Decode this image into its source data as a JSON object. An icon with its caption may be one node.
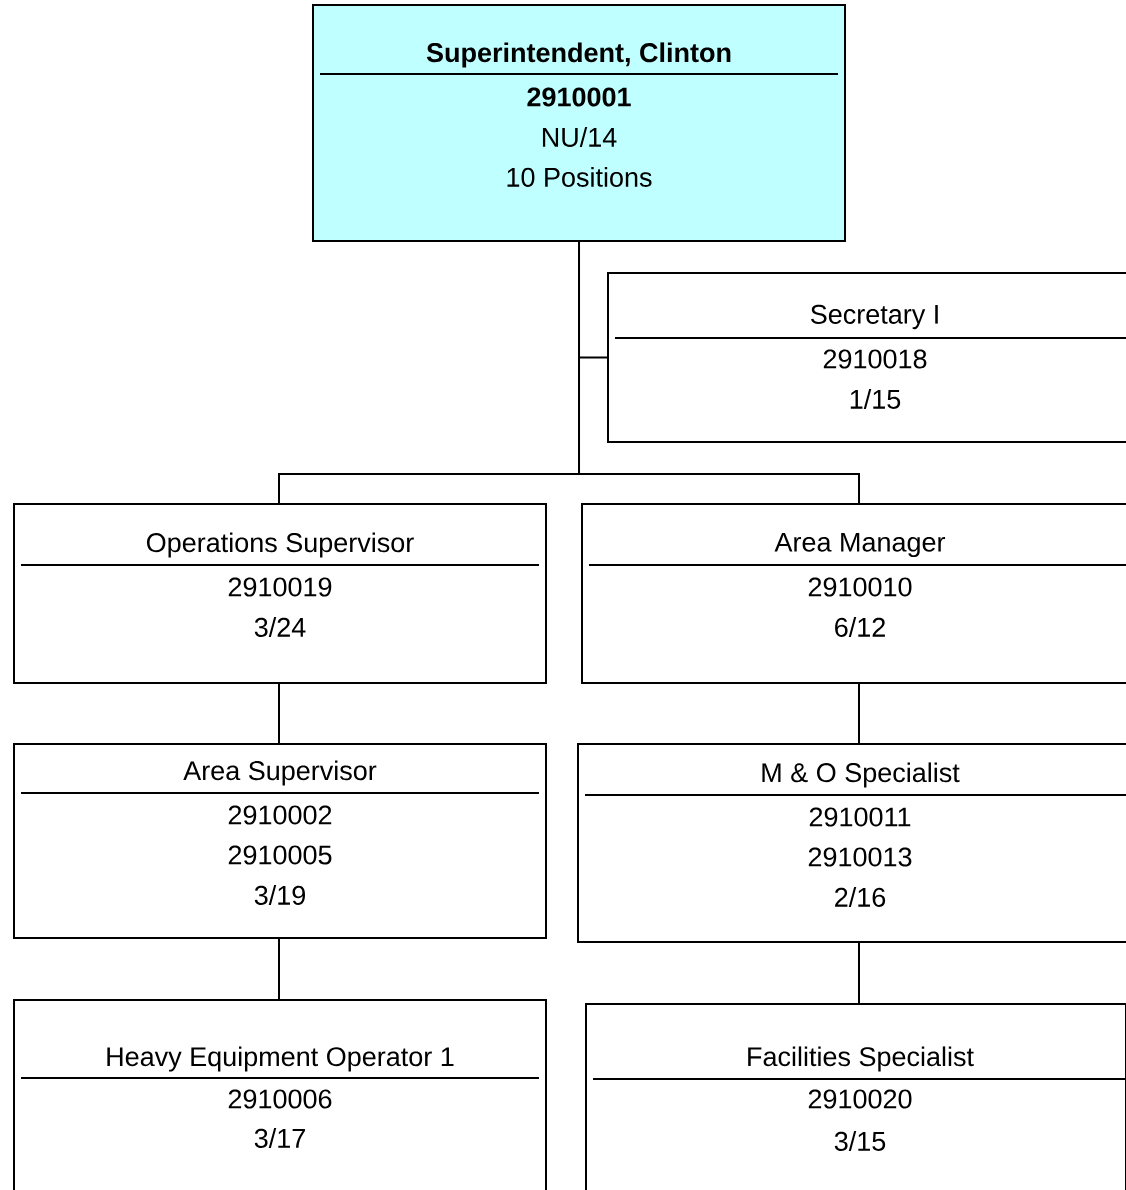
{
  "diagram": {
    "nodes": [
      {
        "text": [
          "Superintendent, Clinton",
          "2910001",
          "NU/14",
          "10 Positions"
        ]
      },
      {
        "text": [
          "Secretary I",
          "2910018",
          "1/15"
        ]
      },
      {
        "text": [
          "Operations Supervisor",
          "2910019",
          "3/24"
        ]
      },
      {
        "text": [
          "Area Manager",
          "2910010",
          "6/12"
        ]
      },
      {
        "text": [
          "Area Supervisor",
          "2910002",
          "2910005",
          "3/19"
        ]
      },
      {
        "text": [
          "M & O Specialist",
          "2910011",
          "2910013",
          "2/16"
        ]
      },
      {
        "text": [
          "Heavy Equipment Operator 1",
          "2910006",
          "3/17"
        ]
      },
      {
        "text": [
          "Facilities Specialist",
          "2910020",
          "3/15"
        ]
      }
    ],
    "edges": [
      {
        "from": 0,
        "to": 1,
        "arrow": "none"
      },
      {
        "from": 0,
        "to": 2,
        "arrow": "none"
      },
      {
        "from": 0,
        "to": 3,
        "arrow": "none"
      },
      {
        "from": 2,
        "to": 4,
        "arrow": "none"
      },
      {
        "from": 3,
        "to": 5,
        "arrow": "none"
      },
      {
        "from": 4,
        "to": 6,
        "arrow": "none"
      },
      {
        "from": 5,
        "to": 7,
        "arrow": "none"
      }
    ]
  }
}
